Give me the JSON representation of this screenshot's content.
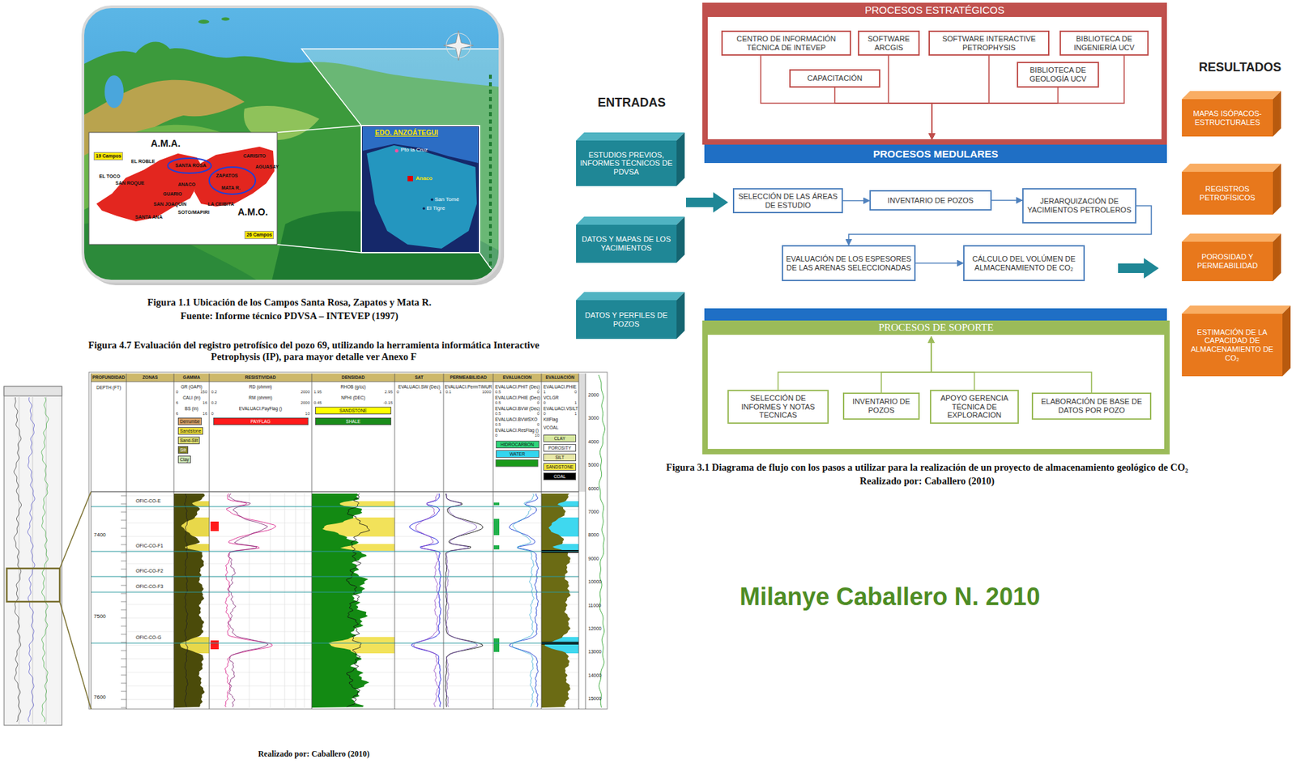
{
  "diagram": {
    "nodes": [
      {
        "text": [
          "ESTUDIOS PREVIOS, INFORMES TÉCNICOS DE PDVSA"
        ]
      },
      {
        "text": [
          "DATOS Y MAPAS DE LOS YACIMIENTOS"
        ]
      },
      {
        "text": [
          "DATOS Y PERFILES DE POZOS"
        ]
      },
      {
        "text": [
          "PROCESOS ESTRATÉGICOS"
        ]
      },
      {
        "text": [
          "CENTRO DE INFORMACIÓN TÉCNICA DE INTEVEP"
        ],
        "in": 3
      },
      {
        "text": [
          "SOFTWARE ARCGIS"
        ],
        "in": 3
      },
      {
        "text": [
          "SOFTWARE INTERACTIVE PETROPHYSIS"
        ],
        "in": 3
      },
      {
        "text": [
          "BIBLIOTECA DE INGENIERÍA UCV"
        ],
        "in": 3
      },
      {
        "text": [
          "CAPACITACIÓN"
        ],
        "in": 3
      },
      {
        "text": [
          "BIBLIOTECA DE GEOLOGÍA UCV"
        ],
        "in": 3
      },
      {
        "text": [
          "PROCESOS MEDULARES"
        ]
      },
      {
        "text": [
          "SELECCIÓN DE LAS ÁREAS DE ESTUDIO"
        ]
      },
      {
        "text": [
          "INVENTARIO DE POZOS"
        ]
      },
      {
        "text": [
          "JERARQUIZACIÓN DE YACIMIENTOS PETROLEROS"
        ]
      },
      {
        "text": [
          "EVALUACIÓN DE LOS ESPESORES DE LAS ARENAS SELECCIONADAS"
        ]
      },
      {
        "text": [
          "CÁLCULO DEL VOLÚMEN DE ALMACENAMIENTO DE CO₂"
        ]
      },
      {
        "text": [
          "PROCESOS DE SOPORTE"
        ]
      },
      {
        "text": [
          "SELECCIÓN DE INFORMES Y NOTAS TECNICAS"
        ],
        "in": 16
      },
      {
        "text": [
          "INVENTARIO DE POZOS"
        ],
        "in": 16
      },
      {
        "text": [
          "APOYO GERENCIA TÉCNICA DE EXPLORACION"
        ],
        "in": 16
      },
      {
        "text": [
          "ELABORACIÓN DE BASE DE DATOS POR POZO"
        ],
        "in": 16
      },
      {
        "text": [
          "MAPAS ISÓPACOS-ESTRUCTURALES"
        ]
      },
      {
        "text": [
          "REGISTROS PETROFÍSICOS"
        ]
      },
      {
        "text": [
          "POROSIDAD Y PERMEABILIDAD"
        ]
      },
      {
        "text": [
          "ESTIMACIÓN DE LA CAPACIDAD DE ALMACENAMIENTO DE CO₂"
        ]
      }
    ],
    "edges": [
      {
        "from": 4,
        "to": 10,
        "arrow": "to"
      },
      {
        "from": 5,
        "to": 10,
        "arrow": "to"
      },
      {
        "from": 6,
        "to": 10,
        "arrow": "to"
      },
      {
        "from": 7,
        "to": 10,
        "arrow": "to"
      },
      {
        "from": 8,
        "to": 10,
        "arrow": "to"
      },
      {
        "from": 9,
        "to": 10,
        "arrow": "to"
      },
      {
        "from": 11,
        "to": 12,
        "arrow": "to"
      },
      {
        "from": 12,
        "to": 13,
        "arrow": "to"
      },
      {
        "from": 13,
        "to": 14,
        "arrow": "to"
      },
      {
        "from": 14,
        "to": 15,
        "arrow": "to"
      },
      {
        "from": 17,
        "to": 16,
        "arrow": "to"
      },
      {
        "from": 18,
        "to": 16,
        "arrow": "to"
      },
      {
        "from": 19,
        "to": 16,
        "arrow": "to"
      },
      {
        "from": 20,
        "to": 16,
        "arrow": "to"
      }
    ],
    "labels": [
      "ENTRADAS",
      "RESULTADOS",
      "Figura 3.1 Diagrama de flujo con los pasos a utilizar para la realización de un proyecto de almacenamiento geológico de CO₂",
      "Realizado por: Caballero (2010)",
      "Milanye Caballero N. 2010",
      "Figura 1.1 Ubicación de los Campos Santa Rosa, Zapatos y Mata R.",
      "Fuente: Informe técnico PDVSA – INTEVEP (1997)",
      "Figura 4.7 Evaluación del registro petrofísico del pozo 69, utilizando la herramienta informática Interactive Petrophysis (IP), para mayor detalle ver Anexo F",
      "Realizado por: Caballero (2010)",
      "A.M.A.",
      "19 Campos",
      "EL ROBLE",
      "SANTA ROSA",
      "EL TOCO",
      "SAN ROQUE",
      "ANACO",
      "GUARIO",
      "SAN JOAQUIN",
      "SANTA ANA",
      "CARISITO",
      "ZAPATOS",
      "AGUASAY",
      "MATA R.",
      "LA CEIBITA",
      "SOTO/MAPIRI",
      "A.M.O.",
      "26 Campos",
      "EDO. ANZOÁTEGUI",
      "Pto la Cruz",
      "Anaco",
      "San Tomé",
      "El Tigre",
      "PROFUNDIDAD",
      "ZONAS",
      "GAMMA",
      "RESISTIVIDAD",
      "DENSIDAD",
      "SAT",
      "PERMEABILIDAD",
      "EVALUACION",
      "EVALUACIÓN",
      "DEPTH (FT)",
      "GR (GAPI)",
      "0",
      "150",
      "CALI (in)",
      "6",
      "16",
      "BS (in)",
      "6",
      "16",
      "Derrumbe",
      "Sandstone",
      "Sand-Silt",
      "Silt",
      "Clay",
      "RD (ohmm)",
      "0.2",
      "2000",
      "RM (ohmm)",
      "0.2",
      "2000",
      "EVALUACI.PayFlag ()",
      "0",
      "10",
      "PAYFLAG",
      "RHOB (g/cc)",
      "1.95",
      "2.95",
      "NPHI (DEC)",
      "0.45",
      "-0.15",
      "SANDSTONE",
      "SHALE",
      "EVALUACI.SW (Dec)",
      "0",
      "1",
      "EVALUACI.PermTIMUR",
      "0.1",
      "1000",
      "EVALUACI.PHIT (Dec)",
      "0.5",
      "0",
      "EVALUACI.PHIE (Dec)",
      "0.5",
      "0",
      "EVALUACI.BVW (Dec)",
      "0.5",
      "0",
      "EVALUACI.BVWSXO",
      "0.5",
      "0",
      "EVALUACI.ResFlag ()",
      "0",
      "10",
      "HIDROCARBON",
      "WATER",
      "EVALUACI.PHIE",
      "1",
      "0",
      "VCLGR",
      "0",
      "1",
      "EVALUACI.VSILT",
      "0",
      "1",
      "KillFlag",
      "VCOAL",
      "CLAY",
      "POROSITY",
      "SILT",
      "SANDSTONE",
      "COAL",
      "7400",
      "7500",
      "7600",
      "OFIC-CO-E",
      "OFIC-CO-F1",
      "OFIC-CO-F2",
      "OFIC-CO-F3",
      "OFIC-CO-G",
      "2000",
      "3000",
      "4000",
      "5000",
      "6000",
      "7000",
      "8000",
      "9000",
      "10000",
      "11000",
      "12000",
      "13000",
      "14000",
      "15000"
    ]
  }
}
